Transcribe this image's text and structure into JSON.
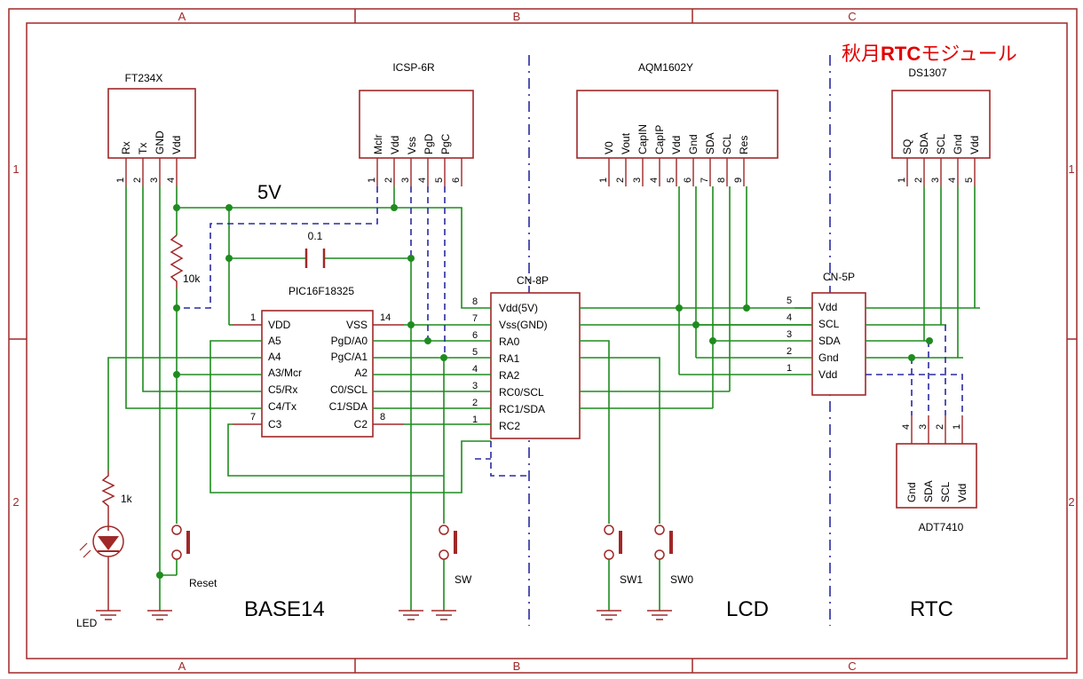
{
  "title": {
    "prefix": "秋月",
    "highlight": "RTC",
    "suffix": "モジュール",
    "accent_color": "#e00000"
  },
  "zones": {
    "columns": [
      "A",
      "B",
      "C"
    ],
    "rows": [
      "1",
      "2"
    ]
  },
  "sections": [
    "BASE14",
    "LCD",
    "RTC"
  ],
  "nets": {
    "supply": "5V"
  },
  "components": {
    "ft234x": {
      "name": "FT234X",
      "pins": [
        "Rx",
        "Tx",
        "GND",
        "Vdd"
      ],
      "numbers": [
        "1",
        "2",
        "3",
        "4"
      ]
    },
    "icsp": {
      "name": "ICSP-6R",
      "pins": [
        "Mclr",
        "Vdd",
        "Vss",
        "PgD",
        "PgC"
      ],
      "numbers": [
        "1",
        "2",
        "3",
        "4",
        "5",
        "6"
      ]
    },
    "aqm1602y": {
      "name": "AQM1602Y",
      "pins": [
        "V0",
        "Vout",
        "CapIN",
        "CapIP",
        "Vdd",
        "Gnd",
        "SDA",
        "SCL",
        "Res"
      ],
      "numbers": [
        "1",
        "2",
        "3",
        "4",
        "5",
        "6",
        "7",
        "8",
        "9"
      ]
    },
    "ds1307": {
      "name": "DS1307",
      "pins": [
        "SQ",
        "SDA",
        "SCL",
        "Gnd",
        "Vdd"
      ],
      "numbers": [
        "1",
        "2",
        "3",
        "4",
        "5"
      ]
    },
    "adt7410": {
      "name": "ADT7410",
      "pins": [
        "Gnd",
        "SDA",
        "SCL",
        "Vdd"
      ],
      "numbers": [
        "4",
        "3",
        "2",
        "1"
      ]
    },
    "pic": {
      "name": "PIC16F18325",
      "left": [
        "VDD",
        "A5",
        "A4",
        "A3/Mcr",
        "C5/Rx",
        "C4/Tx",
        "C3"
      ],
      "right": [
        "VSS",
        "PgD/A0",
        "PgC/A1",
        "A2",
        "C0/SCL",
        "C1/SDA",
        "C2"
      ],
      "pin1": "1",
      "pin7": "7",
      "pin14": "14",
      "pin8": "8"
    },
    "cn8p": {
      "name": "CN-8P",
      "pins": [
        "Vdd(5V)",
        "Vss(GND)",
        "RA0",
        "RA1",
        "RA2",
        "RC0/SCL",
        "RC1/SDA",
        "RC2"
      ],
      "numbers": [
        "8",
        "7",
        "6",
        "5",
        "4",
        "3",
        "2",
        "1"
      ]
    },
    "cn5p": {
      "name": "CN-5P",
      "pins": [
        "Vdd",
        "SCL",
        "SDA",
        "Gnd",
        "Vdd"
      ],
      "numbers": [
        "5",
        "4",
        "3",
        "2",
        "1"
      ]
    },
    "capacitor": {
      "value": "0.1"
    },
    "resistor_pullup": {
      "value": "10k"
    },
    "resistor_led": {
      "value": "1k"
    },
    "led": {
      "label": "LED"
    },
    "switches": {
      "reset": "Reset",
      "sw": "SW",
      "sw1": "SW1",
      "sw0": "SW0"
    }
  }
}
